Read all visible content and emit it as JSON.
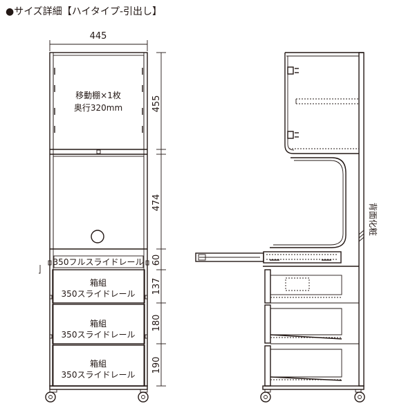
{
  "title": "●サイズ詳細【ハイタイプ-引出し】",
  "dimensions": {
    "width": "445",
    "h_top": "455",
    "h_upper": "474",
    "h_slide": "60",
    "h_drawer1": "137",
    "h_drawer2": "180",
    "h_drawer3": "190"
  },
  "labels": {
    "shelf_line1": "移動棚×1枚",
    "shelf_line2": "奥行320mm",
    "slide_rail": "350フルスライドレール",
    "drawer_line1": "箱組",
    "drawer_line2": "350スライドレール",
    "back_finish": "背面化粧"
  }
}
